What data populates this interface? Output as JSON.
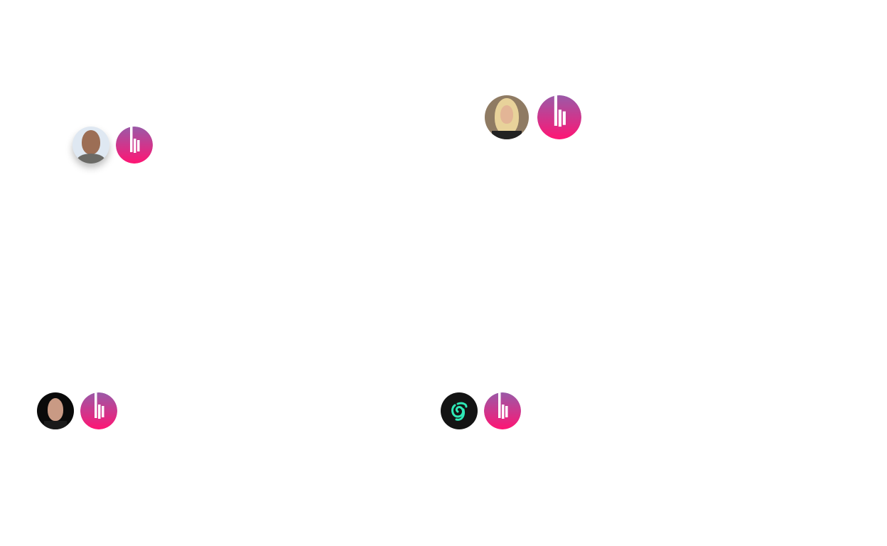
{
  "colors": {
    "brand_gradient_top": "#9a5aa8",
    "brand_gradient_bottom": "#ff1574",
    "logo_accent": "#2ee8b6"
  },
  "groups": [
    {
      "avatar": "avatar-photo-bald-man",
      "app_icon": "music-bars-icon"
    },
    {
      "avatar": "avatar-photo-blonde-woman",
      "app_icon": "music-bars-icon"
    },
    {
      "avatar": "avatar-photo-bearded-man",
      "app_icon": "music-bars-icon"
    },
    {
      "avatar": "avatar-logo-teal-swirl",
      "app_icon": "music-bars-icon"
    }
  ]
}
